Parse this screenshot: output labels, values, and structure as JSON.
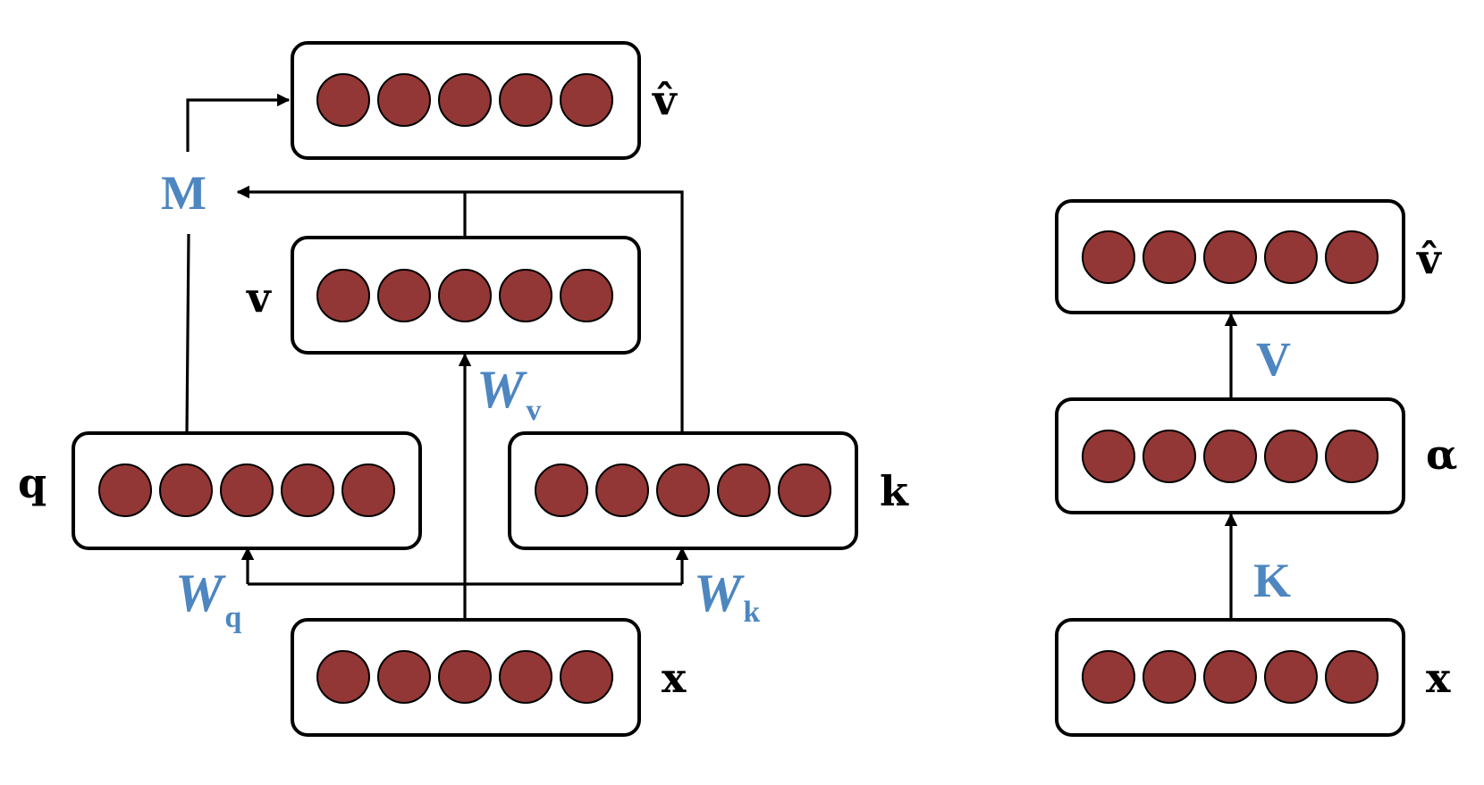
{
  "colors": {
    "node_fill": "#923735",
    "label_blue": "#4d86c0",
    "label_black": "#000000"
  },
  "left_diagram": {
    "layers": {
      "v_hat": {
        "label": "v̂",
        "nodes": 5
      },
      "v": {
        "label": "v",
        "nodes": 5
      },
      "q": {
        "label": "q",
        "nodes": 5
      },
      "k": {
        "label": "k",
        "nodes": 5
      },
      "x": {
        "label": "x",
        "nodes": 5
      }
    },
    "weights": {
      "M": "M",
      "Wv": {
        "main": "W",
        "sub": "v"
      },
      "Wq": {
        "main": "W",
        "sub": "q"
      },
      "Wk": {
        "main": "W",
        "sub": "k"
      }
    }
  },
  "right_diagram": {
    "layers": {
      "v_hat": {
        "label": "v̂",
        "nodes": 5
      },
      "alpha": {
        "label": "α",
        "nodes": 5
      },
      "x": {
        "label": "x",
        "nodes": 5
      }
    },
    "weights": {
      "V": "V",
      "K": "K"
    }
  }
}
